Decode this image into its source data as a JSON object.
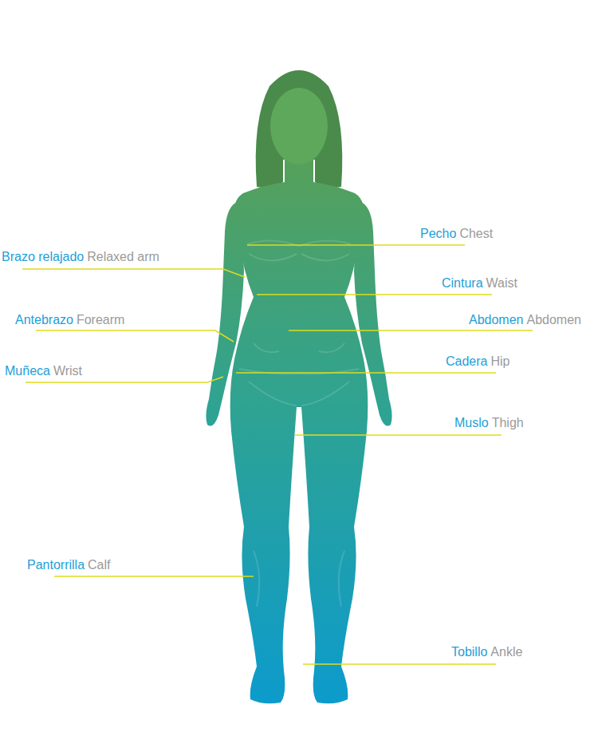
{
  "diagram": {
    "labels": [
      "Pecho",
      "Chest",
      "Brazo relajado",
      "Relaxed arm",
      "Cintura",
      "Waist",
      "Antebrazo",
      "Forearm",
      "Abdomen",
      "Abdomen",
      "Cadera",
      "Hip",
      "Muñeca",
      "Wrist",
      "Muslo",
      "Thigh",
      "Pantorrilla",
      "Calf",
      "Tobillo",
      "Ankle"
    ]
  }
}
